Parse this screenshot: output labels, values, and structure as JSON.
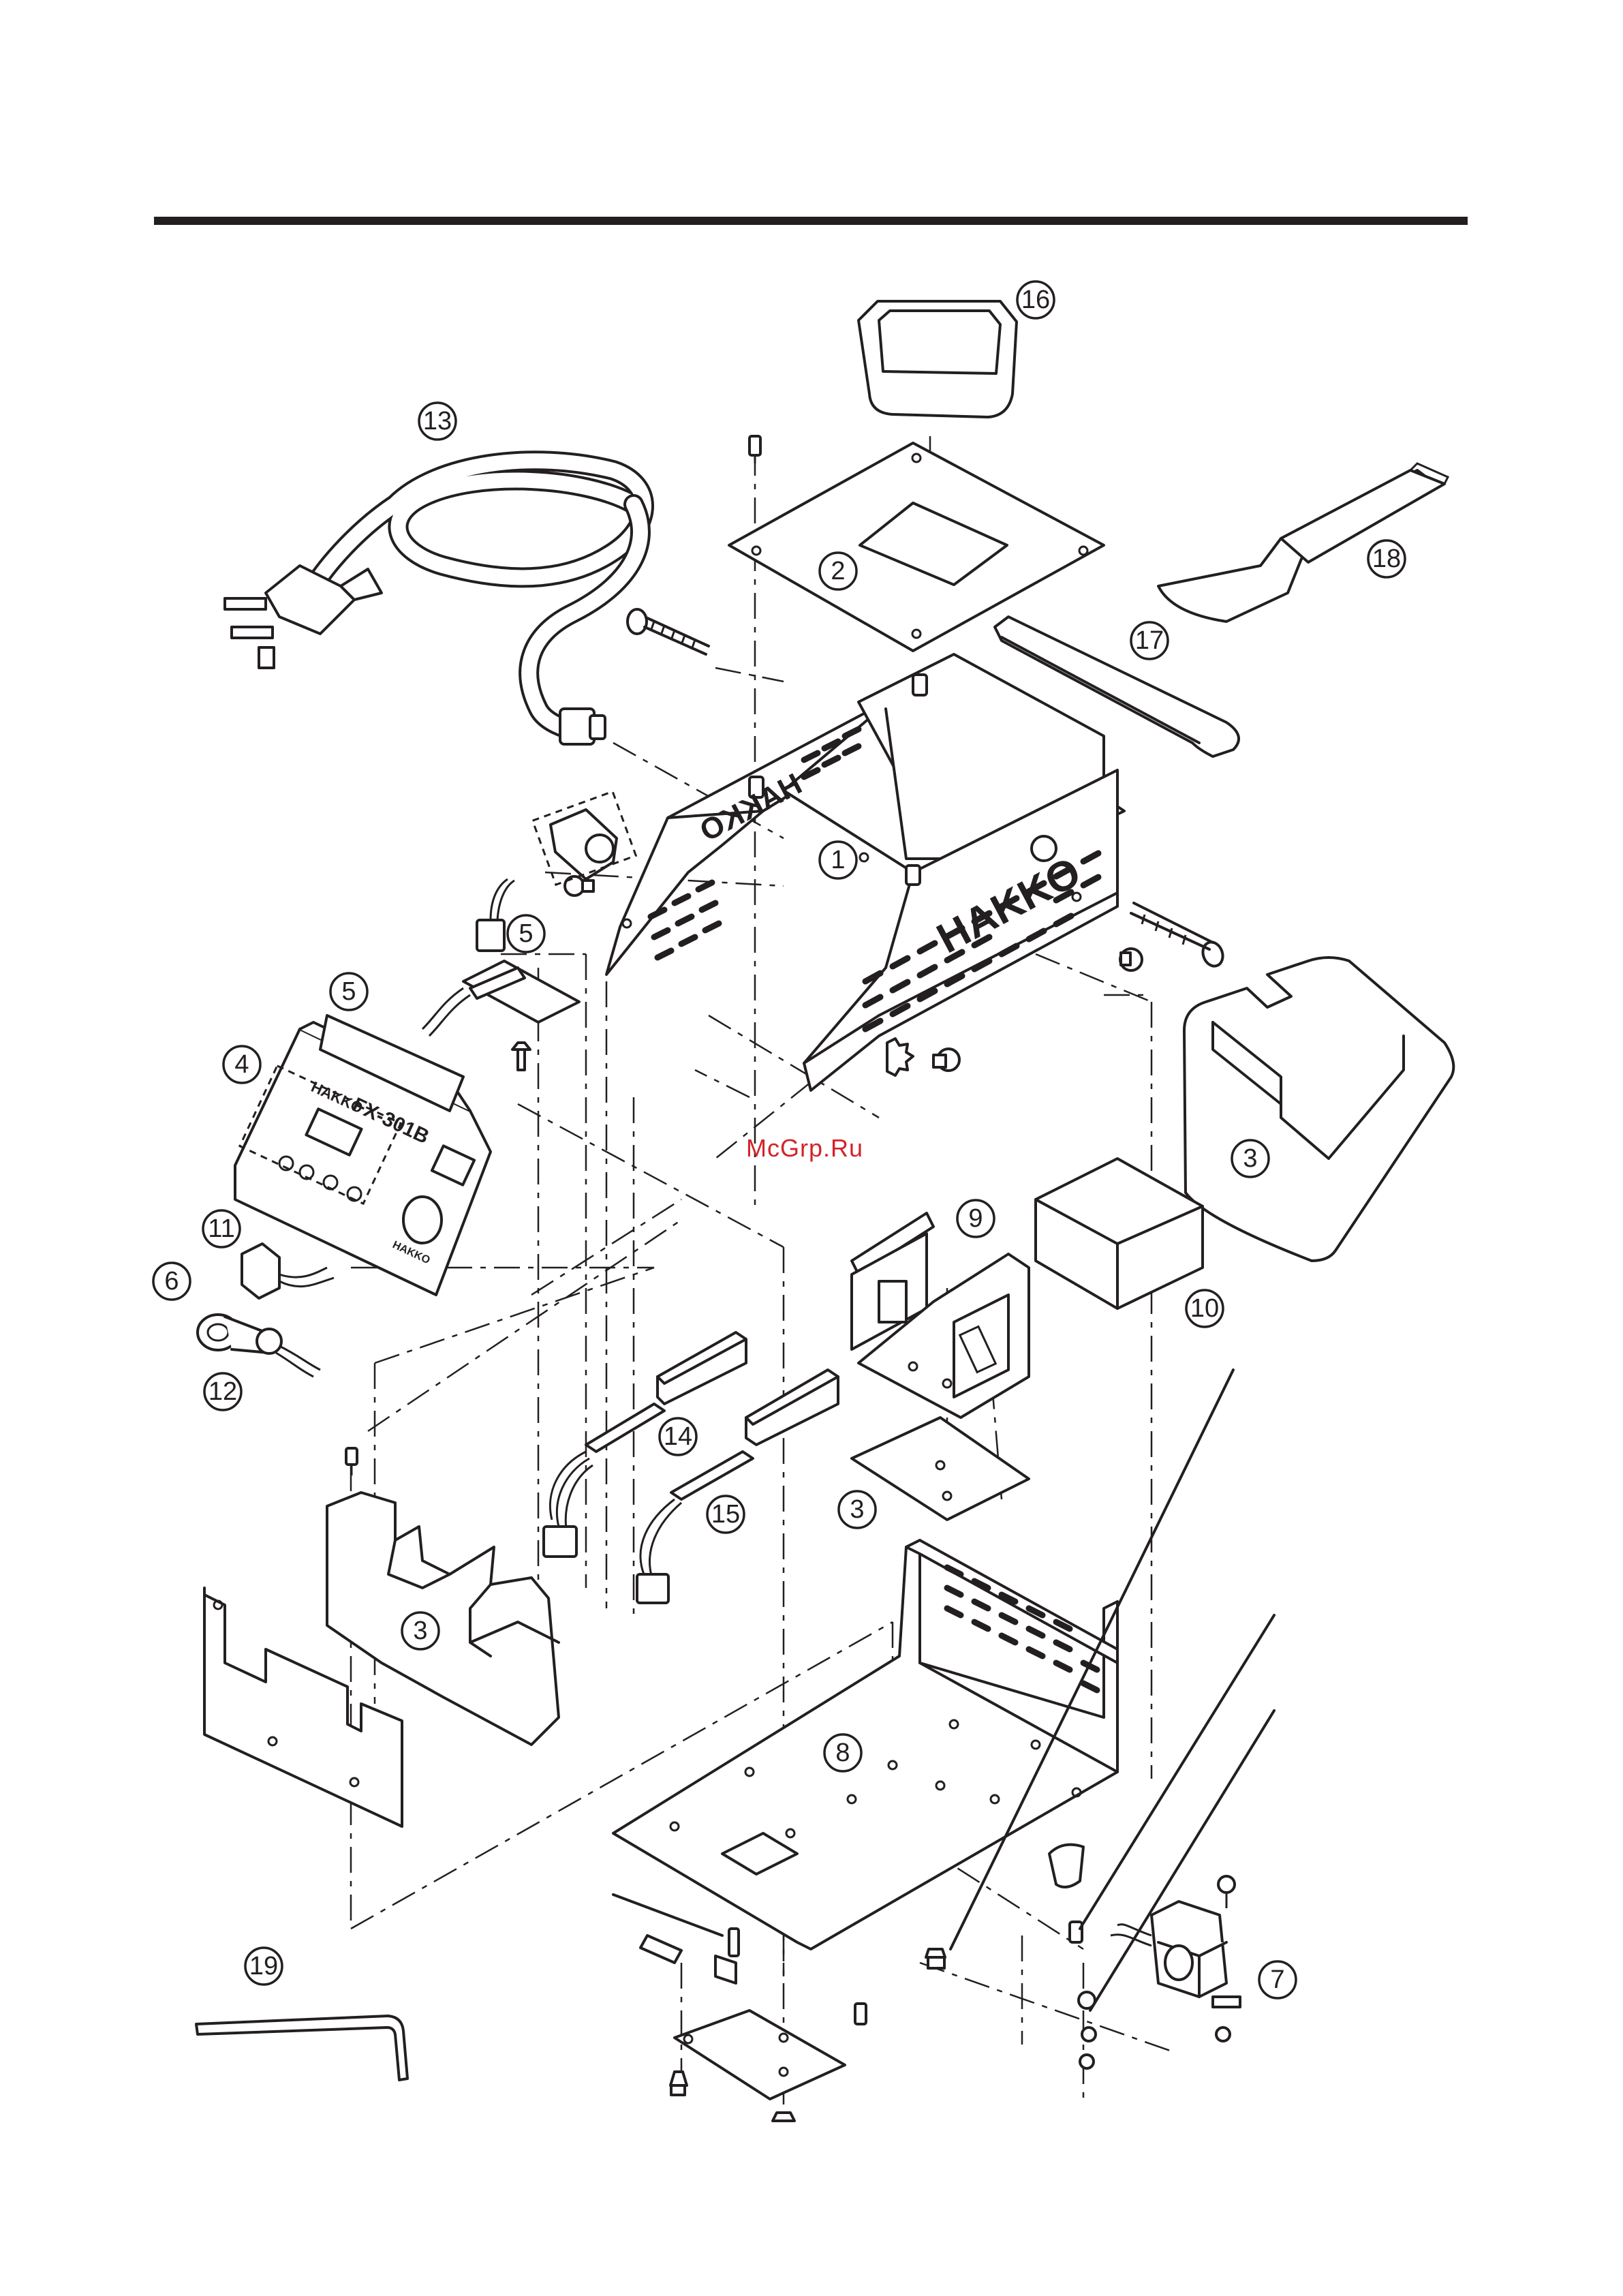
{
  "watermark": "McGrp.Ru",
  "brand_text": "HAKKO",
  "model_text": "FX-301B",
  "callouts": [
    "1",
    "2",
    "3",
    "4",
    "5",
    "6",
    "7",
    "8",
    "9",
    "10",
    "11",
    "12",
    "13",
    "14",
    "15",
    "16",
    "17",
    "18",
    "19"
  ]
}
